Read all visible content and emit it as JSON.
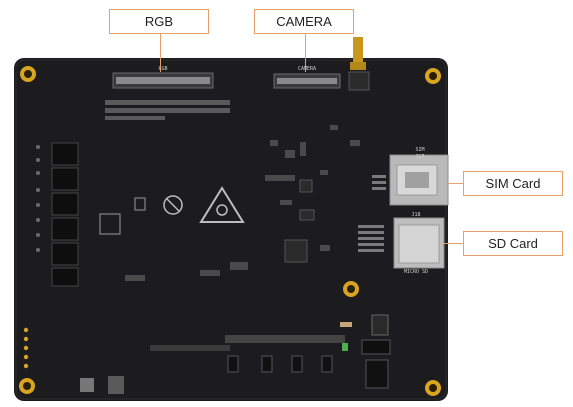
{
  "callouts": {
    "rgb": "RGB",
    "camera": "CAMERA",
    "sim_card": "SIM Card",
    "sd_card": "SD Card"
  },
  "silkscreen": {
    "rgb_header": "RGB",
    "camera_header": "CAMERA",
    "sim_label": "SIM",
    "j17": "J17",
    "j18": "J18",
    "micro_sd": "MICRO SD"
  },
  "colors": {
    "board": "#1d1d1f",
    "callout_border": "#e8a06a",
    "mount_hole": "#d9a520"
  }
}
